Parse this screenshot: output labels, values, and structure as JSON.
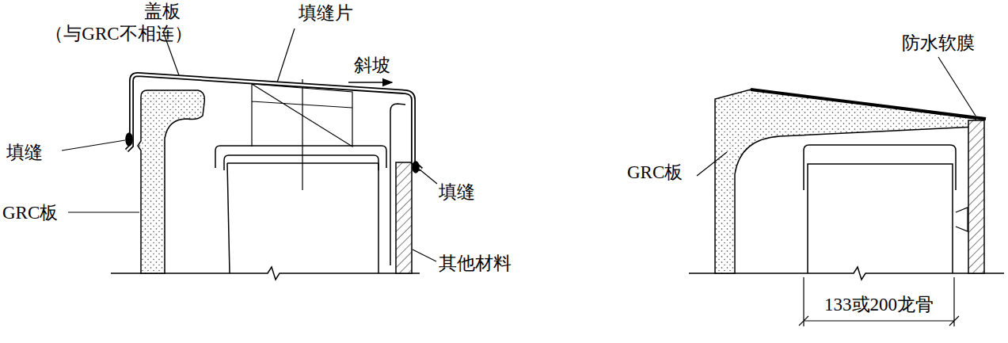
{
  "diagram": {
    "labels": [
      "盖板",
      "（与GRC不相连）",
      "填缝片",
      "斜坡",
      "填缝",
      "GRC板",
      "填缝",
      "其他材料",
      "防水软膜",
      "GRC板",
      "133或200龙骨"
    ]
  }
}
